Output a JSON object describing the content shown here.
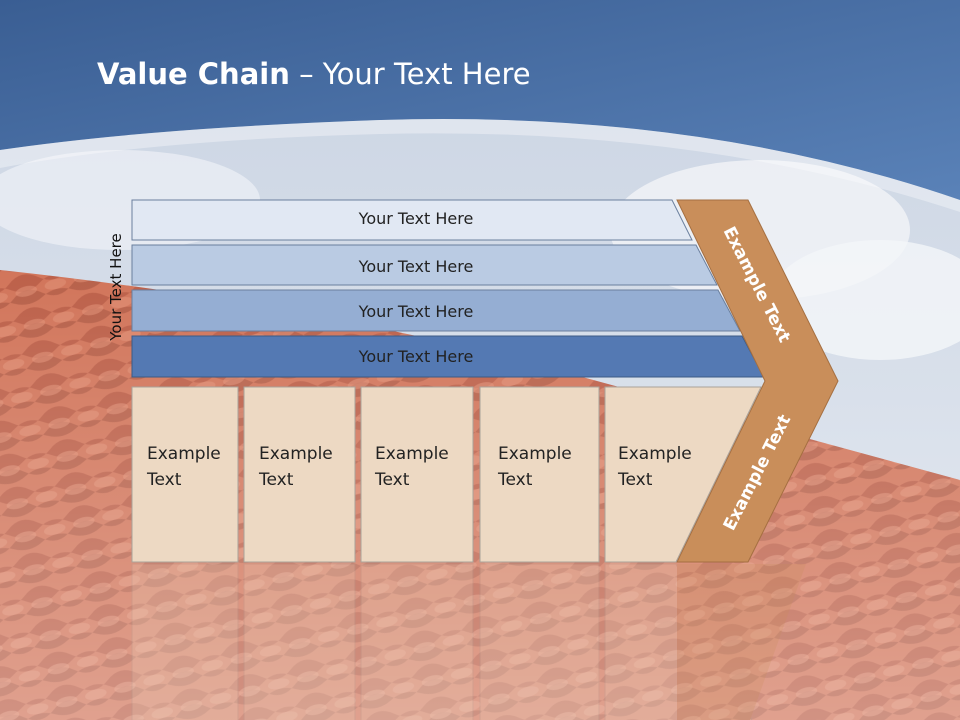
{
  "slide": {
    "title_bold": "Value Chain",
    "title_rest": " – Your Text Here",
    "side_label": "Your Text Here",
    "bars": [
      {
        "label": "Your Text Here",
        "fill": "#E1E8F3"
      },
      {
        "label": "Your Text Here",
        "fill": "#BACBE3"
      },
      {
        "label": "Your Text Here",
        "fill": "#95AED3"
      },
      {
        "label": "Your Text Here",
        "fill": "#5479B3"
      }
    ],
    "boxes": [
      {
        "line1": "Example",
        "line2": "Text"
      },
      {
        "line1": "Example",
        "line2": "Text"
      },
      {
        "line1": "Example",
        "line2": "Text"
      },
      {
        "line1": "Example",
        "line2": "Text"
      },
      {
        "line1": "Example",
        "line2": "Text"
      }
    ],
    "chevron_top_label": "Example Text",
    "chevron_bottom_label": "Example Text"
  },
  "colors": {
    "header_blue": "#3C6399",
    "sky_light": "#D7DEE8",
    "roof_tile": "#C8654A",
    "chevron_fill": "#C98E5A",
    "box_fill": "#EDD9C3",
    "text_dark": "#222222",
    "text_white": "#FFFFFF"
  }
}
